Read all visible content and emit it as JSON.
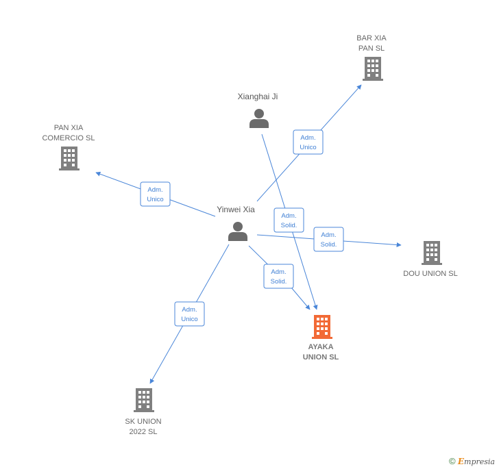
{
  "nodes": {
    "bar_xia": {
      "label_line1": "BAR XIA",
      "label_line2": "PAN  SL",
      "type": "company",
      "color": "#808080"
    },
    "pan_xia": {
      "label_line1": "PAN XIA",
      "label_line2": "COMERCIO SL",
      "type": "company",
      "color": "#808080"
    },
    "dou_union": {
      "label_line1": "DOU UNION  SL",
      "type": "company",
      "color": "#808080"
    },
    "ayaka": {
      "label_line1": "AYAKA",
      "label_line2": "UNION  SL",
      "type": "company",
      "color": "#f26a36",
      "focus": true
    },
    "sk_union": {
      "label_line1": "SK UNION",
      "label_line2": "2022  SL",
      "type": "company",
      "color": "#808080"
    },
    "xianghai": {
      "label_line1": "Xianghai Ji",
      "type": "person",
      "color": "#6b6b6b"
    },
    "yinwei": {
      "label_line1": "Yinwei Xia",
      "type": "person",
      "color": "#6b6b6b"
    }
  },
  "edges": [
    {
      "from": "yinwei",
      "to": "bar_xia",
      "line1": "Adm.",
      "line2": "Unico"
    },
    {
      "from": "yinwei",
      "to": "pan_xia",
      "line1": "Adm.",
      "line2": "Unico"
    },
    {
      "from": "xianghai",
      "to": "ayaka",
      "line1": "Adm.",
      "line2": "Solid."
    },
    {
      "from": "yinwei",
      "to": "dou_union",
      "line1": "Adm.",
      "line2": "Solid."
    },
    {
      "from": "yinwei",
      "to": "ayaka",
      "line1": "Adm.",
      "line2": "Solid."
    },
    {
      "from": "yinwei",
      "to": "sk_union",
      "line1": "Adm.",
      "line2": "Unico"
    }
  ],
  "edge_color": "#4a86d8",
  "credit": {
    "symbol": "©",
    "brand_initial": "E",
    "brand_rest": "mpresia"
  }
}
